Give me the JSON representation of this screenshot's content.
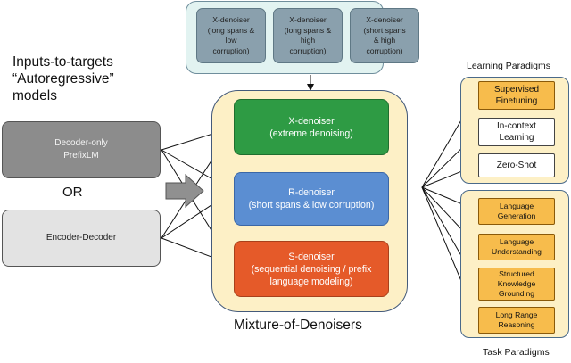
{
  "inputs_title": [
    "Inputs-to-targets",
    "“Autoregressive”",
    "models"
  ],
  "decoder_only": [
    "Decoder-only",
    "PrefixLM"
  ],
  "or_label": "OR",
  "encoder_decoder": "Encoder-Decoder",
  "top_denoisers": [
    [
      "X-denoiser",
      "(long spans &",
      "low",
      "corruption)"
    ],
    [
      "X-denoiser",
      "(long spans &",
      "high",
      "corruption)"
    ],
    [
      "X-denoiser",
      "(short spans",
      "& high",
      "corruption)"
    ]
  ],
  "denoisers": [
    {
      "title": "X-denoiser",
      "lines": [
        "(extreme denoising)"
      ],
      "color": "#2e9b44"
    },
    {
      "title": "R-denoiser",
      "lines": [
        "(short spans & low corruption)"
      ],
      "color": "#5b8ed2"
    },
    {
      "title": "S-denoiser",
      "lines": [
        "(sequential denoising / prefix",
        "language modeling)"
      ],
      "color": "#e55a29"
    }
  ],
  "mixture_label": "Mixture-of-Denoisers",
  "learning_title": "Learning Paradigms",
  "learning": [
    [
      "Supervised",
      "Finetuning"
    ],
    [
      "In-context",
      "Learning"
    ],
    [
      "Zero-Shot"
    ]
  ],
  "task_title": "Task Paradigms",
  "tasks": [
    [
      "Language",
      "Generation"
    ],
    [
      "Language",
      "Understanding"
    ],
    [
      "Structured",
      "Knowledge",
      "Grounding"
    ],
    [
      "Long Range",
      "Reasoning"
    ]
  ],
  "colors": {
    "module_bg": "#fdf0c6",
    "top_group_bg": "#e2f3f1",
    "top_box": "#8aa0ad",
    "decoder_only_box": "#8c8c8c",
    "encoder_decoder_box": "#e3e3e3",
    "paradigm_highlight": "#f7bc4c"
  }
}
